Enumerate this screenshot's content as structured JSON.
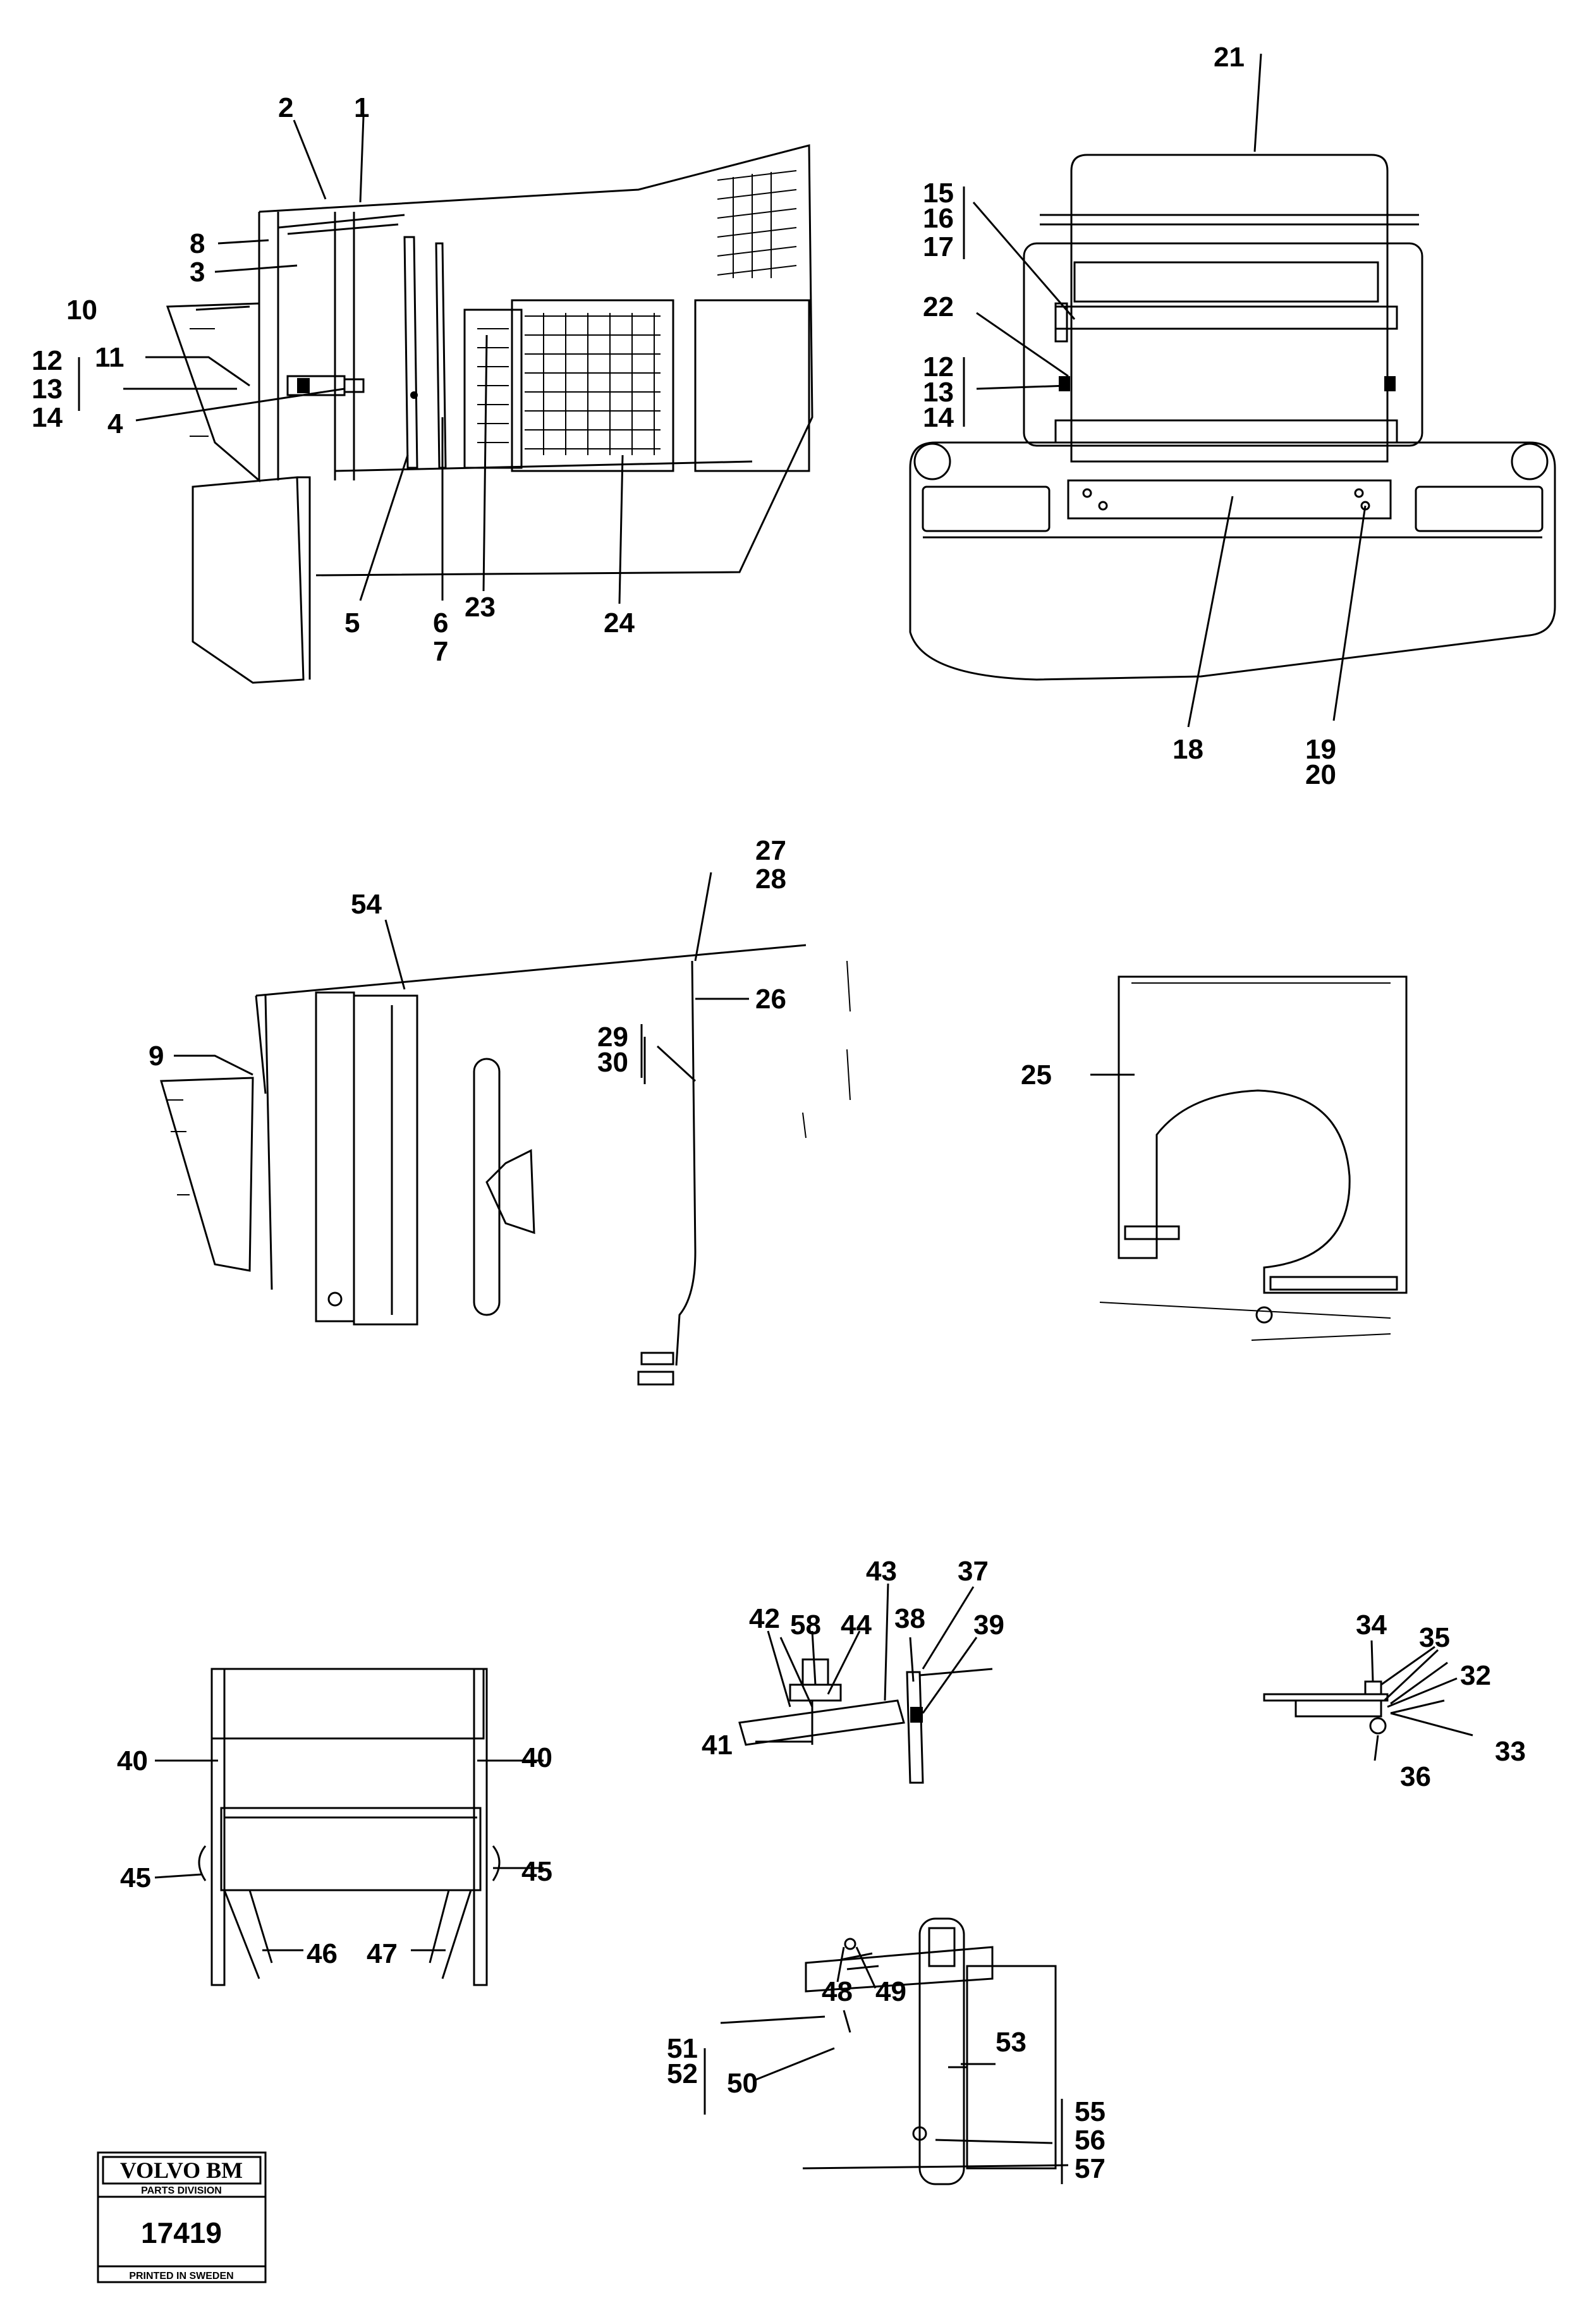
{
  "labels": [
    "1",
    "2",
    "3",
    "4",
    "5",
    "6",
    "7",
    "8",
    "9",
    "10",
    "11",
    "12",
    "13",
    "14",
    "15",
    "16",
    "17",
    "18",
    "19",
    "20",
    "21",
    "22",
    "23",
    "24",
    "25",
    "26",
    "27",
    "28",
    "29",
    "30",
    "32",
    "33",
    "34",
    "35",
    "36",
    "37",
    "38",
    "39",
    "40",
    "41",
    "42",
    "43",
    "44",
    "45",
    "46",
    "47",
    "48",
    "49",
    "50",
    "51",
    "52",
    "53",
    "54",
    "55",
    "56",
    "57",
    "58"
  ],
  "logo": {
    "brand": "VOLVO BM",
    "division": "PARTS DIVISION",
    "number": "17419",
    "footer": "PRINTED IN SWEDEN"
  }
}
